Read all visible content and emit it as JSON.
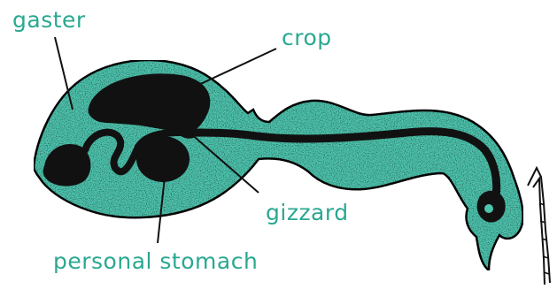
{
  "labels": {
    "gaster": "gaster",
    "crop": "crop",
    "gizzard": "gizzard",
    "personal_stomach": "personal stomach"
  },
  "colors": {
    "body_fill": "#4fc4ae",
    "organ_fill": "#111111",
    "outline": "#111111",
    "label_text": "#2aa891",
    "background": "#ffffff"
  }
}
